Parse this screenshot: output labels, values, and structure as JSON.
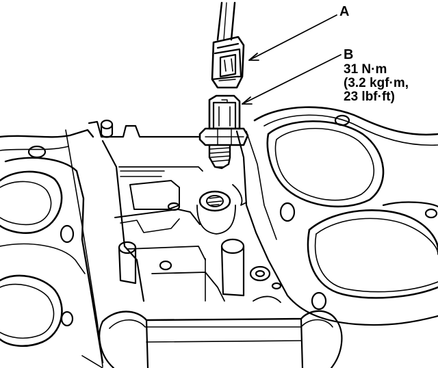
{
  "callouts": {
    "a": "A",
    "b": "B"
  },
  "torque": {
    "line1": "31 N·m",
    "line2": "(3.2 kgf·m,",
    "line3": "23 lbf·ft)"
  },
  "colors": {
    "ink": "#000000",
    "paper": "#ffffff"
  }
}
